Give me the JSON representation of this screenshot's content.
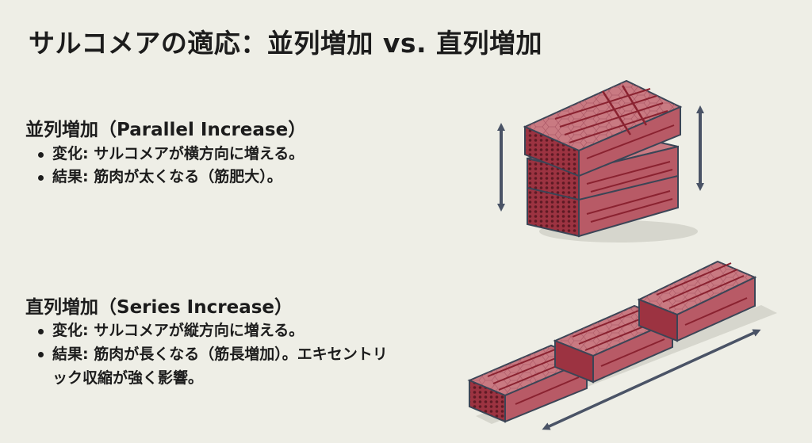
{
  "title": "サルコメアの適応：並列増加 vs. 直列増加",
  "parallel": {
    "heading": "並列増加（Parallel Increase）",
    "bullets": [
      "変化: サルコメアが横方向に増える。",
      "結果: 筋肉が太くなる（筋肥大）。"
    ]
  },
  "series": {
    "heading": "直列増加（Series Increase）",
    "bullets": [
      "変化: サルコメアが縦方向に増える。",
      "結果: 筋肉が長くなる（筋長増加）。エキセントリック収縮が強く影響。"
    ]
  },
  "colors": {
    "background": "#eeeee6",
    "muscle_side": "#b85a66",
    "muscle_top": "#c97a82",
    "muscle_end": "#9c3341",
    "stripe": "#8a2230",
    "outline": "#3b4556",
    "arrow": "#4a5366"
  },
  "icons": [
    "double-arrow-vertical-icon",
    "double-arrow-diagonal-icon"
  ]
}
